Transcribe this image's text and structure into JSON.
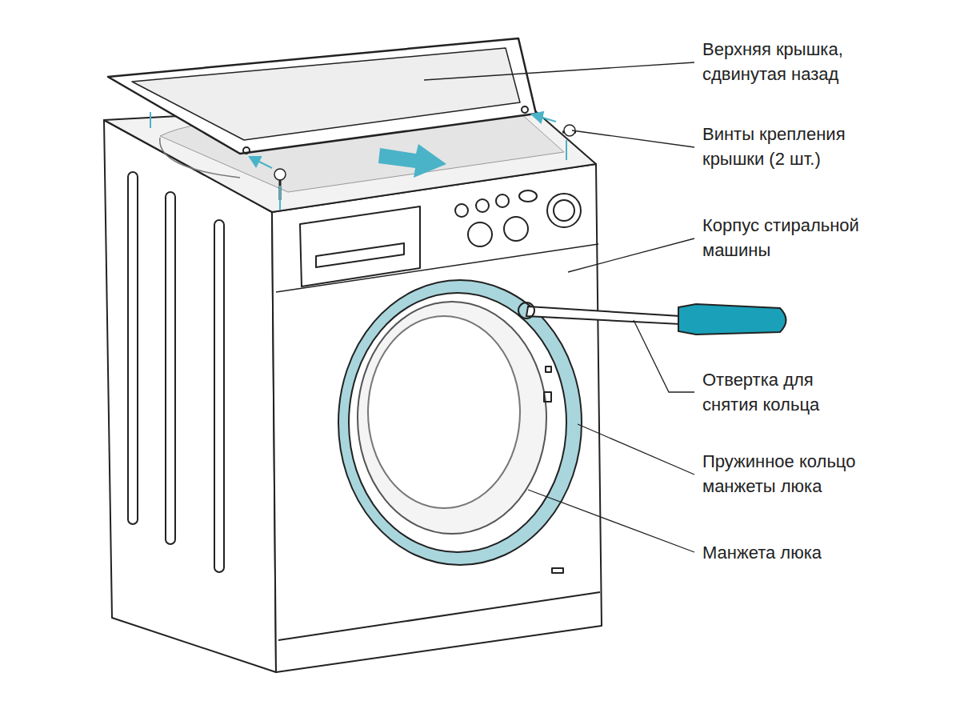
{
  "diagram": {
    "labels": [
      "Верхняя крышка, сдвинутая назад",
      "Винты крепления крышки (2 шт.)",
      "Корпус стиральной машины",
      "Отвертка для снятия кольца",
      "Пружинное кольцо манжеты люка",
      "Манжета люка"
    ]
  }
}
